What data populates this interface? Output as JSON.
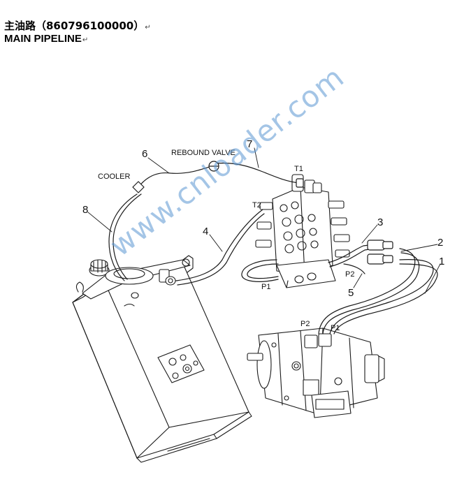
{
  "header": {
    "title_cn": "主油路（860796100000）",
    "title_en": "MAIN PIPELINE"
  },
  "labels": {
    "n1": "1",
    "n2": "2",
    "n3": "3",
    "n4": "4",
    "n5": "5",
    "n6": "6",
    "n7": "7",
    "n8": "8",
    "cooler": "COOLER",
    "rebound_valve": "REBOUND VALVE",
    "t1": "T1",
    "t2": "T2",
    "p1_valve": "P1",
    "p2_valve": "P2",
    "p1_pump": "P1",
    "p2_pump": "P2"
  },
  "watermark": "www.cnloader.com",
  "colors": {
    "line": "#1a1a1a",
    "watermark": "#5a96d2"
  }
}
